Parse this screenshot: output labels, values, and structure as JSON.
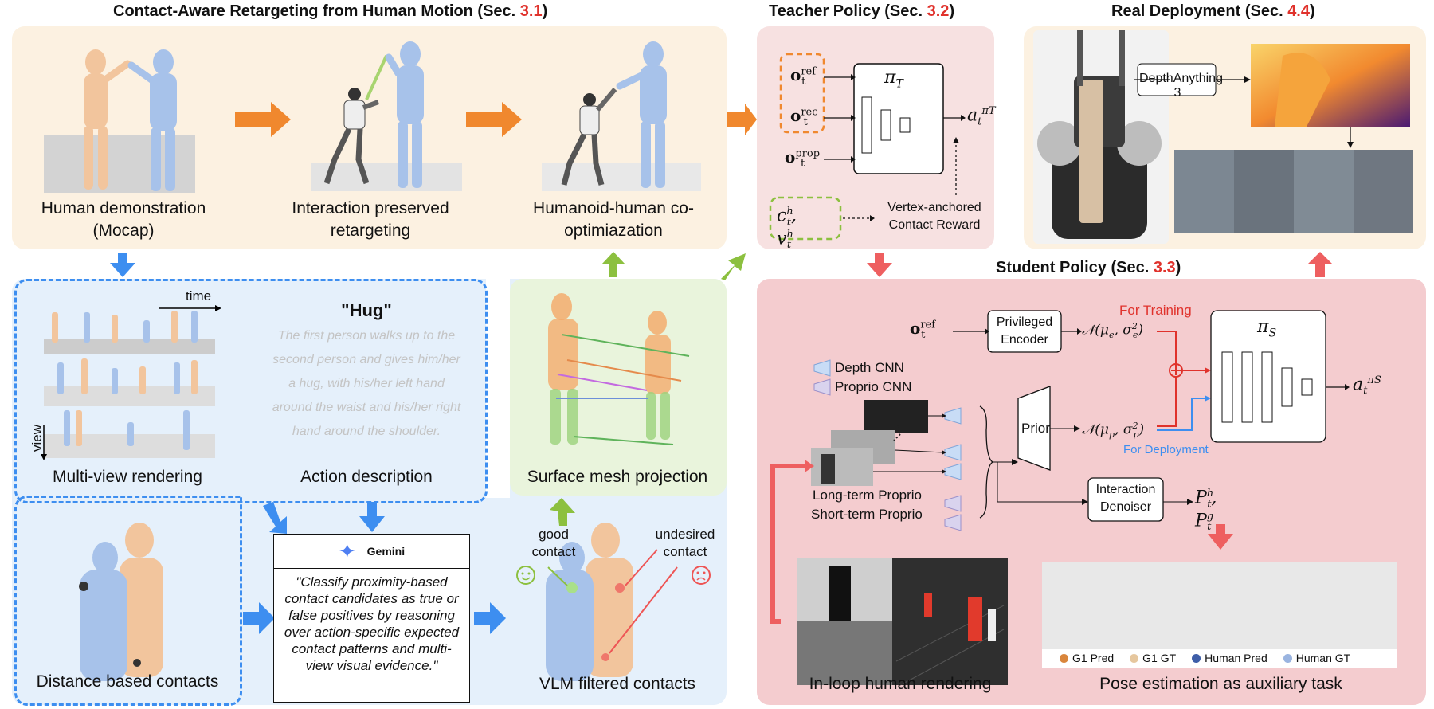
{
  "sections": {
    "retarget_title": "Contact-Aware Retargeting from Human Motion (Sec. ",
    "retarget_num": "3.1",
    "teacher_title": "Teacher Policy (Sec. ",
    "teacher_num": "3.2",
    "real_title": "Real Deployment (Sec. ",
    "real_num": "4.4",
    "student_title": "Student Policy (Sec. ",
    "student_num": "3.3",
    "close_paren": ")"
  },
  "retarget": {
    "human_demo": "Human demonstration (Mocap)",
    "interaction": "Interaction preserved retargeting",
    "cooptim": "Humanoid-human co-optimiazation"
  },
  "pipeline": {
    "time_label": "time",
    "view_label": "view",
    "multiview": "Multi-view rendering",
    "action_title": "\"Hug\"",
    "action_text": "The first person walks up to the second person and gives him/her a hug, with his/her left hand around the waist and his/her right hand around the shoulder.",
    "action_desc": "Action description",
    "distance": "Distance based contacts",
    "gemini_name": "Gemini",
    "gemini_prompt": "\"Classify proximity-based contact candidates as true or false positives by reasoning over action-specific expected contact patterns and multi-view visual evidence.\"",
    "good_contact": "good contact",
    "undesired_contact": "undesired contact",
    "vlm_filtered": "VLM filtered contacts",
    "surface_mesh": "Surface mesh projection"
  },
  "teacher": {
    "o_ref": "o",
    "o_ref_sup": "ref",
    "o_rec": "o",
    "o_rec_sup": "rec",
    "o_prop": "o",
    "o_prop_sup": "prop",
    "t_sub": "t",
    "pi": "π",
    "pi_sub": "T",
    "action": "a",
    "contact_vars": "c",
    "h_sup": "h",
    "v": "v",
    "vertex_reward": "Vertex-anchored Contact Reward"
  },
  "real": {
    "depth_anything": "DepthAnything 3"
  },
  "student": {
    "o_ref": "o",
    "o_ref_sup": "ref",
    "priv_encoder": "Privileged Encoder",
    "normal_e": "𝒩(μ",
    "normal_e_rest": "e",
    "for_training": "For Training",
    "for_deployment": "For Deployment",
    "depth_cnn": "Depth CNN",
    "proprio_cnn": "Proprio CNN",
    "prior": "Prior",
    "normal_p": "𝒩(μ",
    "normal_p_rest": "p",
    "long_proprio": "Long-term Proprio",
    "short_proprio": "Short-term Proprio",
    "denoiser": "Interaction Denoiser",
    "P": "P",
    "P_h": "h",
    "P_g": "g",
    "pi": "π",
    "pi_sub": "S",
    "action": "a",
    "in_loop": "In-loop human rendering",
    "pose_est": "Pose estimation as auxiliary task",
    "legend": [
      {
        "label": "G1 Pred",
        "color": "#d9853b"
      },
      {
        "label": "G1 GT",
        "color": "#e6c79e"
      },
      {
        "label": "Human Pred",
        "color": "#3e5ea8"
      },
      {
        "label": "Human GT",
        "color": "#9ab4e0"
      }
    ]
  },
  "colors": {
    "beige": "#fcf1e1",
    "pink": "#f7e1e1",
    "student_pink": "#f4cccf",
    "light_blue": "#e5f0fb",
    "light_green": "#e9f4dc",
    "orange_arrow": "#f0882e",
    "blue_arrow": "#3d8ef0",
    "green_arrow": "#8cc03f",
    "red_arrow": "#ee5f60",
    "human_blue": "#a7c2ea",
    "human_peach": "#f2c59d"
  }
}
